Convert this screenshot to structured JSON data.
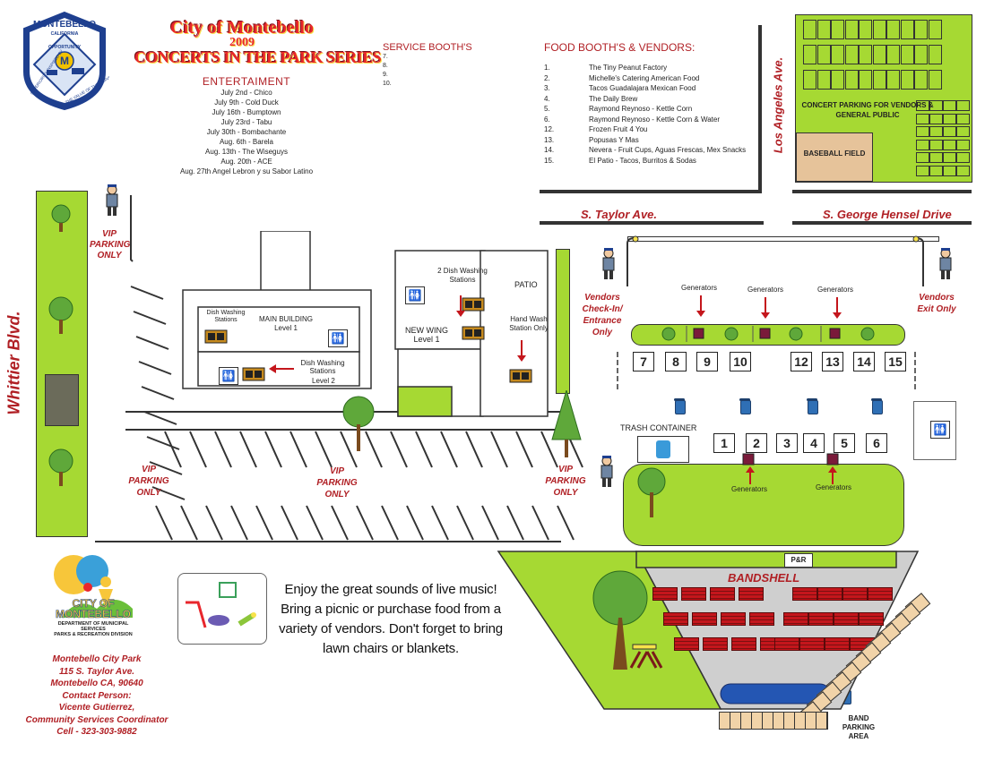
{
  "header": {
    "city_title": "City of Montebello",
    "year": "2009",
    "series_title": "CONCERTS IN THE PARK SERIES",
    "seal": {
      "top": "MONTEBELLO",
      "state": "CALIFORNIA",
      "motto_left": "SUPERIORITY INSPIRED BY",
      "motto_right": "THE VALUE OF THE INDIVIDUAL",
      "banner": "OPPORTUNITY"
    }
  },
  "entertainment": {
    "heading": "ENTERTAIMENT",
    "items": [
      "July 2nd - Chico",
      "July 9th - Cold Duck",
      "July 16th - Bumptown",
      "July 23rd - Tabu",
      "July 30th - Bombachante",
      "Aug. 6th - Barela",
      "Aug. 13th - The Wiseguys",
      "Aug. 20th - ACE",
      "Aug. 27th Angel Lebron y su Sabor Latino"
    ]
  },
  "service_booths": {
    "heading": "SERVICE BOOTH'S",
    "items": [
      "7.",
      "8.",
      "9.",
      "10."
    ]
  },
  "food_booths": {
    "heading": "FOOD BOOTH'S  & VENDORS:",
    "items": [
      {
        "num": "1.",
        "name": "The Tiny Peanut Factory"
      },
      {
        "num": "2.",
        "name": "Michelle's Catering American Food"
      },
      {
        "num": "3.",
        "name": "Tacos Guadalajara Mexican Food"
      },
      {
        "num": "4.",
        "name": "The Daily Brew"
      },
      {
        "num": "5.",
        "name": "Raymond  Reynoso - Kettle Corn"
      },
      {
        "num": "6.",
        "name": "Raymond Reynoso - Kettle Corn & Water"
      },
      {
        "num": "12.",
        "name": "Frozen Fruit  4  You"
      },
      {
        "num": "13.",
        "name": "Popusas Y Mas"
      },
      {
        "num": "14.",
        "name": "Nevera - Fruit Cups, Aguas Frescas, Mex Snacks"
      },
      {
        "num": "15.",
        "name": "El Patio - Tacos, Burritos & Sodas"
      }
    ]
  },
  "streets": {
    "los_angeles": "Los Angeles Ave.",
    "taylor": "S. Taylor Ave.",
    "hensel": "S. George Hensel Drive",
    "whittier": "Whittier Blvd."
  },
  "labels": {
    "concert_parking": "CONCERT PARKING FOR VENDORS & GENERAL PUBLIC",
    "baseball": "BASEBALL FIELD",
    "vip_parking": "VIP PARKING ONLY",
    "main_building": "MAIN BUILDING",
    "level1": "Level 1",
    "level2": "Level 2",
    "dish_washing": "Dish Washing Stations",
    "two_dish_washing": "2 Dish Washing Stations",
    "new_wing": "NEW WING",
    "patio": "PATIO",
    "hand_wash": "Hand Wash Station Only",
    "vendors_checkin": "Vendors Check-In/ Entrance Only",
    "vendors_exit": "Vendors Exit Only",
    "generators": "Generators",
    "trash_container": "TRASH CONTAINER",
    "bandshell": "BANDSHELL",
    "pr": "P&R",
    "band_parking": "BAND PARKING AREA"
  },
  "booth_numbers_top": [
    "7",
    "8",
    "9",
    "10",
    "12",
    "13",
    "14",
    "15"
  ],
  "booth_numbers_bottom": [
    "1",
    "2",
    "3",
    "4",
    "5",
    "6"
  ],
  "dept_logo": {
    "city": "CITY OF MONTEBELLO",
    "dept": "DEPARTMENT OF MUNICIPAL SERVICES",
    "division": "PARKS & RECREATION DIVISION"
  },
  "contact": {
    "park": "Montebello City Park",
    "address": "115 S. Taylor Ave.",
    "city_zip": "Montebello CA, 90640",
    "contact_label": "Contact Person:",
    "name": "Vicente Gutierrez,",
    "title": "Community Services Coordinator",
    "cell": "Cell - 323-303-9882"
  },
  "promo": {
    "text": "Enjoy the great sounds of live music! Bring a picnic or purchase food from a variety of vendors. Don't forget to bring lawn chairs or blankets."
  },
  "colors": {
    "lawn": "#a6d933",
    "accent_red": "#b01f24",
    "title_red": "#e8262c",
    "title_yellow": "#f7e24a",
    "trash_blue": "#2f6fb5",
    "baseball_tan": "#e6c39a",
    "bench_red": "#c4161c"
  },
  "icons": [
    "police-officer-icon",
    "restroom-icon",
    "toilet-icon",
    "dish-washing-icon",
    "generator-icon",
    "trash-can-icon",
    "tree-icon",
    "playground-icon",
    "picnic-table-icon",
    "lamp-post-icon"
  ]
}
